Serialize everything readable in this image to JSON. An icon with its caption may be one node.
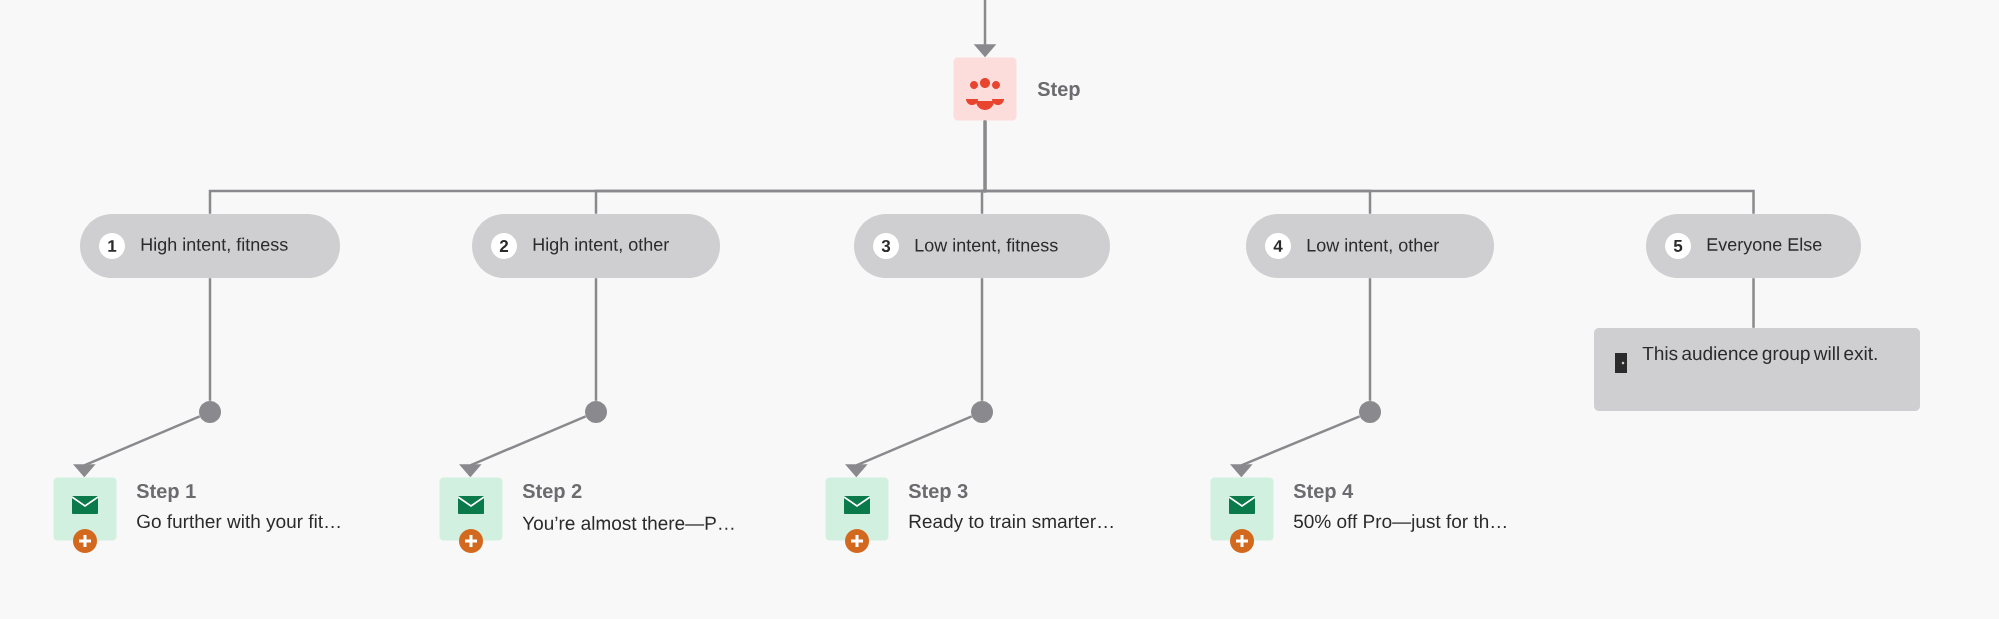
{
  "diagram": {
    "nodes": [
      {
        "text": [],
        "shape": "box",
        "beside": [
          "Step"
        ]
      },
      {
        "text": [
          "1",
          "High intent, fitness"
        ]
      },
      {
        "text": [
          "2",
          "High intent, other"
        ]
      },
      {
        "text": [
          "3",
          "Low intent, fitness"
        ]
      },
      {
        "text": [
          "4",
          "Low intent, other"
        ]
      },
      {
        "text": [
          "5",
          "Everyone Else"
        ]
      },
      {
        "text": [],
        "shape": "circle"
      },
      {
        "text": [],
        "shape": "circle"
      },
      {
        "text": [],
        "shape": "circle"
      },
      {
        "text": [],
        "shape": "circle"
      },
      {
        "text": [
          "Step 1",
          "Go further with your fit…"
        ]
      },
      {
        "text": [
          "Step 2",
          "You’re almost there—P…"
        ]
      },
      {
        "text": [
          "Step 3",
          "Ready to train smarter…"
        ]
      },
      {
        "text": [
          "Step 4",
          "50% off Pro—just for th…"
        ]
      },
      {
        "text": [
          "This audience group will exit."
        ]
      }
    ],
    "edges": [
      {
        "from": null,
        "to": 0,
        "arrow": "to"
      },
      {
        "from": 0,
        "to": 1,
        "arrow": "none"
      },
      {
        "from": 0,
        "to": 2,
        "arrow": "none"
      },
      {
        "from": 0,
        "to": 3,
        "arrow": "none"
      },
      {
        "from": 0,
        "to": 4,
        "arrow": "none"
      },
      {
        "from": 0,
        "to": 5,
        "arrow": "none"
      },
      {
        "from": 1,
        "to": 6,
        "arrow": "none"
      },
      {
        "from": 2,
        "to": 7,
        "arrow": "none"
      },
      {
        "from": 3,
        "to": 8,
        "arrow": "none"
      },
      {
        "from": 4,
        "to": 9,
        "arrow": "none"
      },
      {
        "from": 6,
        "to": 10,
        "arrow": "to"
      },
      {
        "from": 7,
        "to": 11,
        "arrow": "to"
      },
      {
        "from": 8,
        "to": 12,
        "arrow": "to"
      },
      {
        "from": 9,
        "to": 13,
        "arrow": "to"
      },
      {
        "from": 5,
        "to": 14,
        "arrow": "none"
      }
    ]
  }
}
